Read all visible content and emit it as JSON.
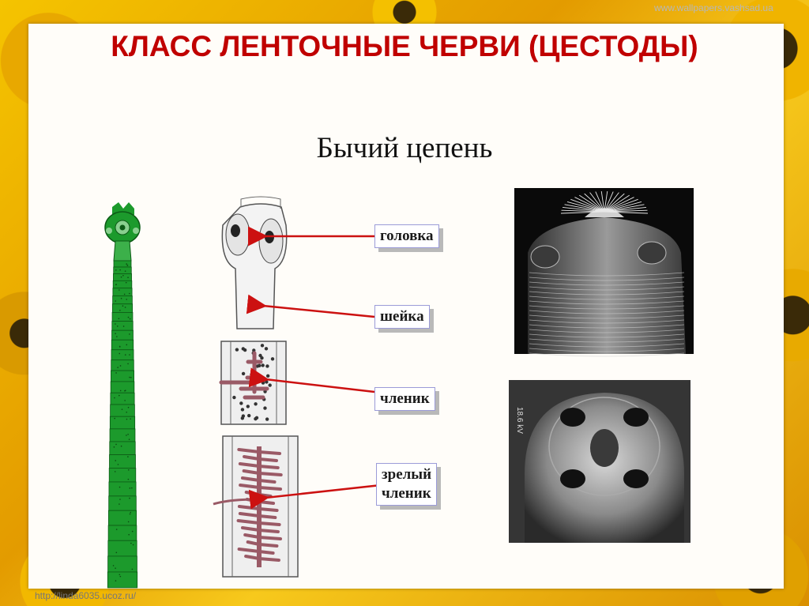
{
  "slide": {
    "title": "КЛАСС ЛЕНТОЧНЫЕ ЧЕРВИ (ЦЕСТОДЫ)",
    "subtitle": "Бычий цепень"
  },
  "labels": {
    "head": "головка",
    "neck": "шейка",
    "segment": "членик",
    "mature_line1": "зрелый",
    "mature_line2": "членик"
  },
  "watermarks": {
    "top": "www.wallpapers.vashsad.ua",
    "bottom": "http://linda6035.ucoz.ru/",
    "micro_scale": "18.6 kV"
  },
  "colors": {
    "title": "#c00000",
    "arrow": "#cc1111",
    "worm_green": "#1c9a2c",
    "uterus": "#9a5a66"
  }
}
